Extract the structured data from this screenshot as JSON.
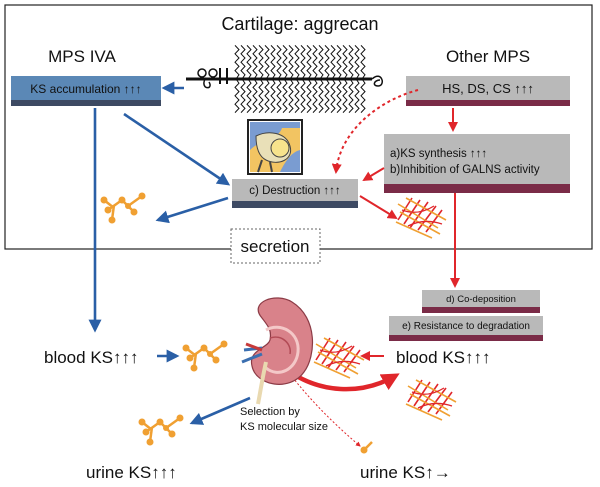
{
  "title": "Cartilage: aggrecan",
  "mps_iva": {
    "heading": "MPS IVA",
    "accumulation": "KS accumulation ↑↑↑"
  },
  "other_mps": {
    "heading": "Other MPS",
    "gags": "HS, DS, CS ↑↑↑",
    "synthesis": "a)KS synthesis ↑↑↑",
    "inhibition": "b)Inhibition of GALNS activity"
  },
  "destruction": "c) Destruction ↑↑↑",
  "secretion": "secretion",
  "co_deposition": "d) Co-deposition",
  "resistance": "e) Resistance to degradation",
  "blood_left": "blood KS↑↑↑",
  "blood_right": "blood KS↑↑↑",
  "selection_line1": "Selection by",
  "selection_line2": "KS molecular size",
  "urine_left": "urine KS↑↑↑",
  "urine_right": "urine KS↑→",
  "colors": {
    "blue_arrow": "#2a5fa6",
    "red_arrow": "#e0262b",
    "blue_box": "#5b88b6",
    "gray_box": "#b9b9b9",
    "dark_base": "#3d4a63",
    "maroon_base": "#7a2b47",
    "molecule": "#f0a032"
  }
}
